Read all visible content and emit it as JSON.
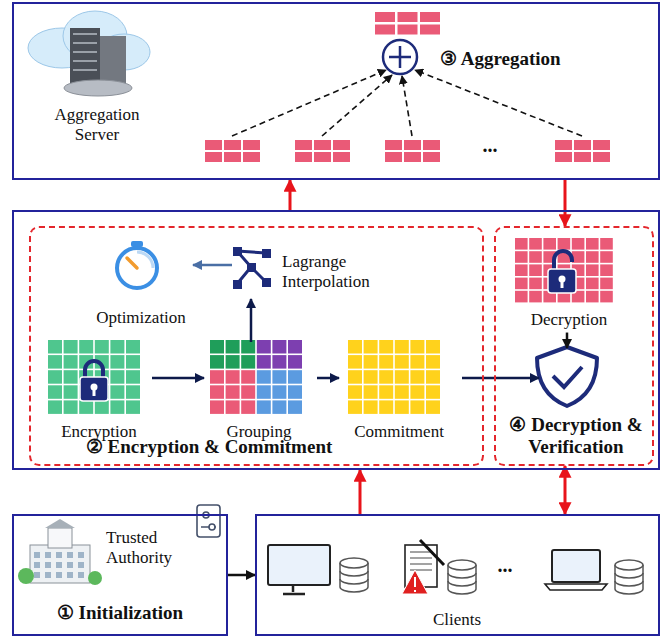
{
  "diagram": {
    "nodes": [
      {
        "text": [
          "③ Aggregation"
        ]
      },
      {
        "text": [
          "Aggregation Server"
        ],
        "in": 0
      },
      {
        "text": []
      },
      {
        "text": [
          "② Encryption & Commitment"
        ],
        "in": 2
      },
      {
        "text": [
          "Encryption"
        ],
        "in": 3
      },
      {
        "text": [
          "Grouping"
        ],
        "in": 3
      },
      {
        "text": [
          "Commitment"
        ],
        "in": 3
      },
      {
        "text": [
          "Lagrange Interpolation"
        ],
        "in": 3
      },
      {
        "text": [
          "Optimization"
        ],
        "in": 3
      },
      {
        "text": [
          "④ Decryption & Verification"
        ],
        "in": 2
      },
      {
        "text": [
          "Decryption"
        ],
        "in": 9
      },
      {
        "text": [],
        "in": 9
      },
      {
        "text": [
          "Trusted Authority",
          "① Initialization"
        ]
      },
      {
        "text": [
          "Clients"
        ]
      }
    ],
    "edges": [
      {
        "from": 4,
        "to": 5,
        "arrow": "to"
      },
      {
        "from": 5,
        "to": 6,
        "arrow": "to"
      },
      {
        "from": 5,
        "to": 7,
        "arrow": "to"
      },
      {
        "from": 7,
        "to": 8,
        "arrow": "to"
      },
      {
        "from": 6,
        "to": 11,
        "arrow": "to"
      },
      {
        "from": 10,
        "to": 11,
        "arrow": "to"
      },
      {
        "from": 2,
        "to": 0,
        "arrow": "to"
      },
      {
        "from": 0,
        "to": 9,
        "arrow": "to"
      },
      {
        "from": 13,
        "to": 2,
        "arrow": "to"
      },
      {
        "from": 9,
        "to": 13,
        "arrow": "both"
      },
      {
        "from": 12,
        "to": 13,
        "arrow": "to"
      }
    ],
    "labels": [
      "...",
      "..."
    ]
  }
}
